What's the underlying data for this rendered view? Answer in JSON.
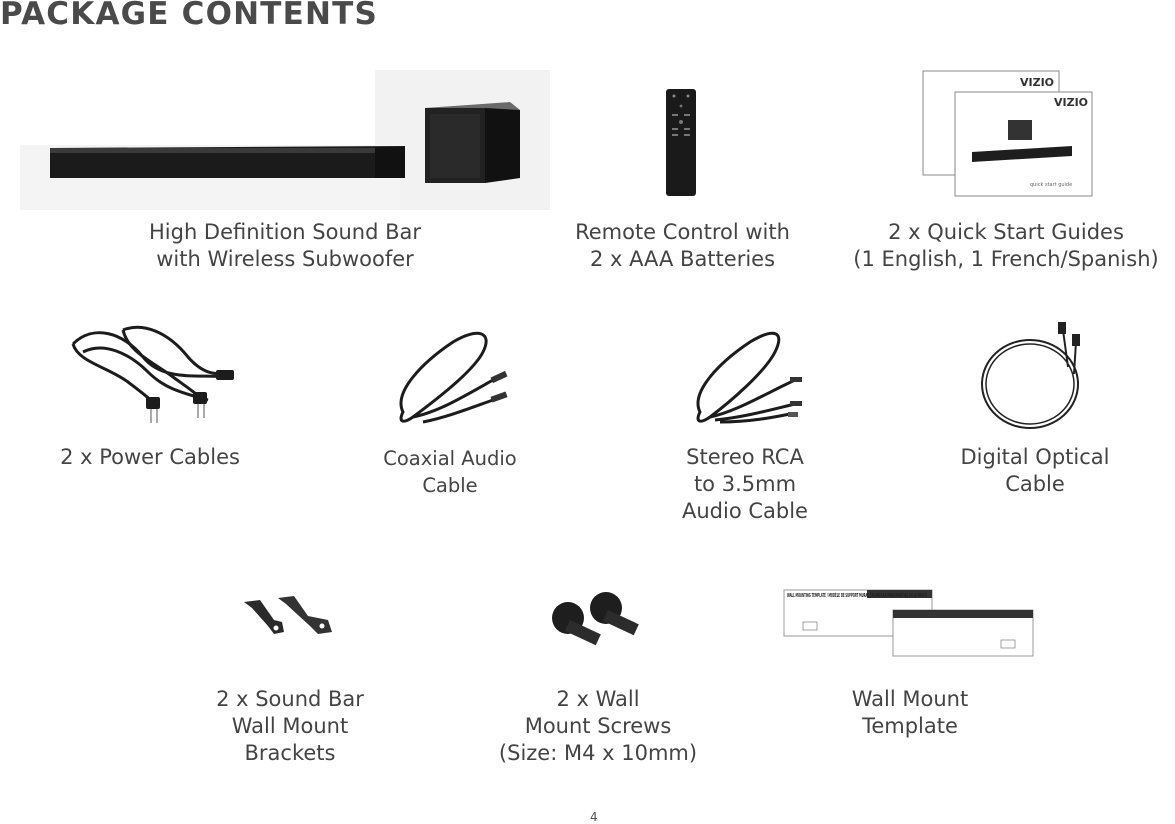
{
  "heading": "PACKAGE CONTENTS",
  "items": {
    "soundbar": {
      "line1": "High Definition Sound Bar",
      "line2": "with Wireless Subwoofer"
    },
    "remote": {
      "line1": "Remote Control with",
      "line2": "2 x AAA Batteries"
    },
    "guides": {
      "line1": "2 x Quick Start Guides",
      "line2": "(1 English, 1 French/Spanish)"
    },
    "power": {
      "line1": "2 x Power Cables"
    },
    "coaxial": {
      "line1": "Coaxial Audio",
      "line2": "Cable"
    },
    "rca": {
      "line1": "Stereo RCA",
      "line2": "to 3.5mm",
      "line3": "Audio Cable"
    },
    "optical": {
      "line1": "Digital Optical",
      "line2": "Cable"
    },
    "brackets": {
      "line1": "2 x Sound Bar",
      "line2": "Wall Mount",
      "line3": "Brackets"
    },
    "screws": {
      "line1": "2 x Wall",
      "line2": "Mount Screws",
      "line3": "(Size: M4 x 10mm)"
    },
    "template": {
      "line1": "Wall Mount",
      "line2": "Template"
    }
  },
  "illustration_text": {
    "brand": "VIZIO",
    "guide_footer": "quick start guide",
    "template_en": "WALL MOUNTING TEMPLATE / MODÈLE DE SUPPORT MURAL / PLANTILLA PARA MONTAJE EN LA PARED"
  },
  "page_number": "4"
}
